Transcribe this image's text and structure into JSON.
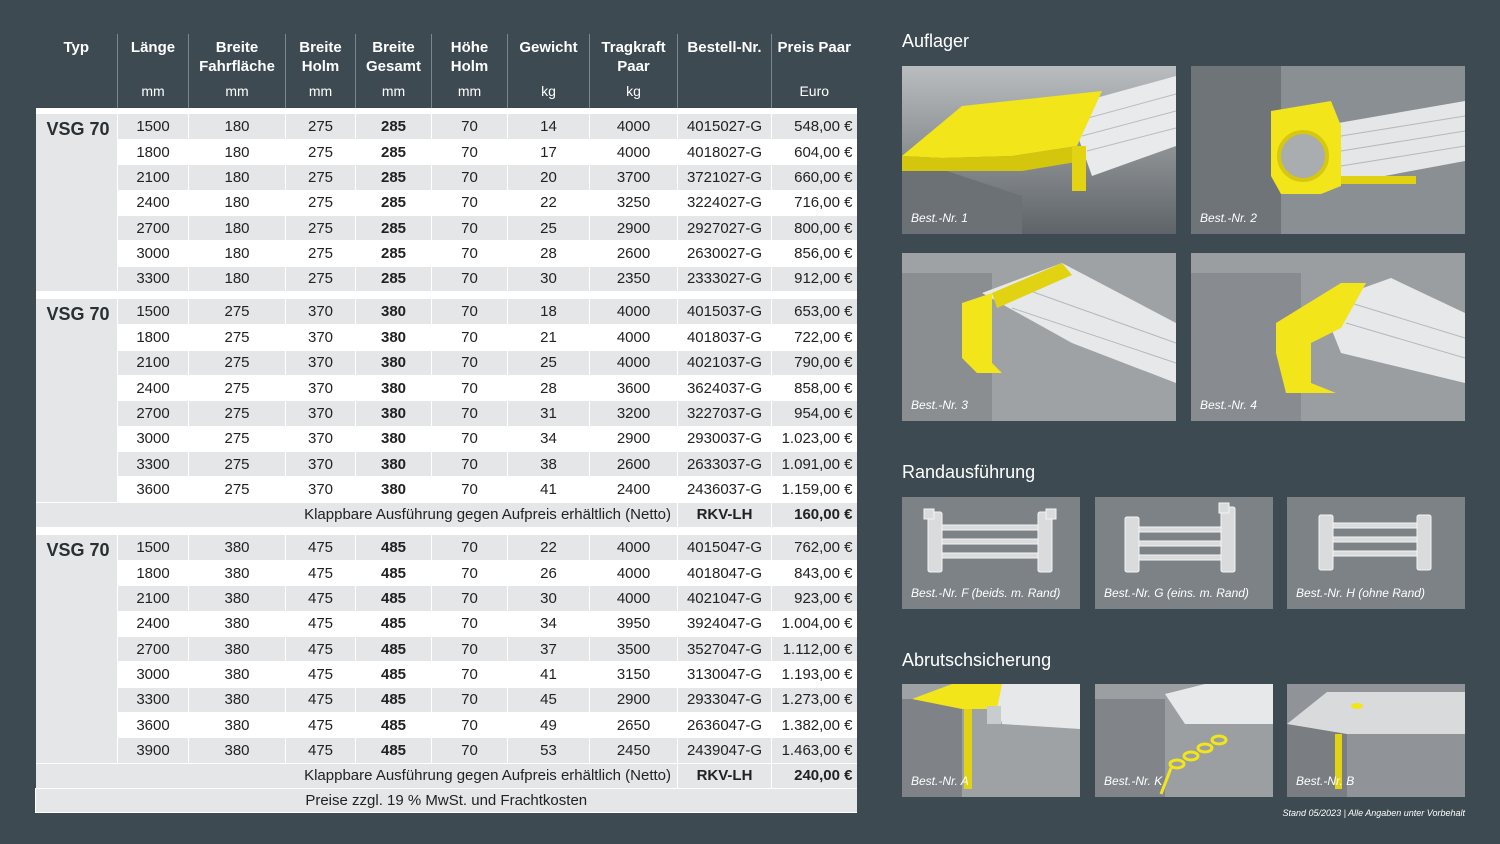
{
  "table": {
    "headers": [
      {
        "label": "Typ",
        "unit": ""
      },
      {
        "label": "Länge",
        "unit": "mm"
      },
      {
        "label": "Breite Fahrfläche",
        "unit": "mm"
      },
      {
        "label": "Breite Holm",
        "unit": "mm"
      },
      {
        "label": "Breite Gesamt",
        "unit": "mm"
      },
      {
        "label": "Höhe Holm",
        "unit": "mm"
      },
      {
        "label": "Gewicht",
        "unit": "kg"
      },
      {
        "label": "Tragkraft Paar",
        "unit": "kg"
      },
      {
        "label": "Bestell-Nr.",
        "unit": ""
      },
      {
        "label": "Preis Paar",
        "unit": "Euro"
      }
    ],
    "groups": [
      {
        "type": "VSG 70",
        "rows": [
          [
            "1500",
            "180",
            "275",
            "285",
            "70",
            "14",
            "4000",
            "4015027-G",
            "548,00 €"
          ],
          [
            "1800",
            "180",
            "275",
            "285",
            "70",
            "17",
            "4000",
            "4018027-G",
            "604,00 €"
          ],
          [
            "2100",
            "180",
            "275",
            "285",
            "70",
            "20",
            "3700",
            "3721027-G",
            "660,00 €"
          ],
          [
            "2400",
            "180",
            "275",
            "285",
            "70",
            "22",
            "3250",
            "3224027-G",
            "716,00 €"
          ],
          [
            "2700",
            "180",
            "275",
            "285",
            "70",
            "25",
            "2900",
            "2927027-G",
            "800,00 €"
          ],
          [
            "3000",
            "180",
            "275",
            "285",
            "70",
            "28",
            "2600",
            "2630027-G",
            "856,00 €"
          ],
          [
            "3300",
            "180",
            "275",
            "285",
            "70",
            "30",
            "2350",
            "2333027-G",
            "912,00 €"
          ]
        ],
        "note": null
      },
      {
        "type": "VSG 70",
        "rows": [
          [
            "1500",
            "275",
            "370",
            "380",
            "70",
            "18",
            "4000",
            "4015037-G",
            "653,00 €"
          ],
          [
            "1800",
            "275",
            "370",
            "380",
            "70",
            "21",
            "4000",
            "4018037-G",
            "722,00 €"
          ],
          [
            "2100",
            "275",
            "370",
            "380",
            "70",
            "25",
            "4000",
            "4021037-G",
            "790,00 €"
          ],
          [
            "2400",
            "275",
            "370",
            "380",
            "70",
            "28",
            "3600",
            "3624037-G",
            "858,00 €"
          ],
          [
            "2700",
            "275",
            "370",
            "380",
            "70",
            "31",
            "3200",
            "3227037-G",
            "954,00 €"
          ],
          [
            "3000",
            "275",
            "370",
            "380",
            "70",
            "34",
            "2900",
            "2930037-G",
            "1.023,00 €"
          ],
          [
            "3300",
            "275",
            "370",
            "380",
            "70",
            "38",
            "2600",
            "2633037-G",
            "1.091,00 €"
          ],
          [
            "3600",
            "275",
            "370",
            "380",
            "70",
            "41",
            "2400",
            "2436037-G",
            "1.159,00 €"
          ]
        ],
        "note": {
          "text": "Klappbare Ausführung gegen Aufpreis erhältlich (Netto)",
          "code": "RKV-LH",
          "price": "160,00 €"
        }
      },
      {
        "type": "VSG 70",
        "rows": [
          [
            "1500",
            "380",
            "475",
            "485",
            "70",
            "22",
            "4000",
            "4015047-G",
            "762,00 €"
          ],
          [
            "1800",
            "380",
            "475",
            "485",
            "70",
            "26",
            "4000",
            "4018047-G",
            "843,00 €"
          ],
          [
            "2100",
            "380",
            "475",
            "485",
            "70",
            "30",
            "4000",
            "4021047-G",
            "923,00 €"
          ],
          [
            "2400",
            "380",
            "475",
            "485",
            "70",
            "34",
            "3950",
            "3924047-G",
            "1.004,00 €"
          ],
          [
            "2700",
            "380",
            "475",
            "485",
            "70",
            "37",
            "3500",
            "3527047-G",
            "1.112,00 €"
          ],
          [
            "3000",
            "380",
            "475",
            "485",
            "70",
            "41",
            "3150",
            "3130047-G",
            "1.193,00 €"
          ],
          [
            "3300",
            "380",
            "475",
            "485",
            "70",
            "45",
            "2900",
            "2933047-G",
            "1.273,00 €"
          ],
          [
            "3600",
            "380",
            "475",
            "485",
            "70",
            "49",
            "2650",
            "2636047-G",
            "1.382,00 €"
          ],
          [
            "3900",
            "380",
            "475",
            "485",
            "70",
            "53",
            "2450",
            "2439047-G",
            "1.463,00 €"
          ]
        ],
        "note": {
          "text": "Klappbare Ausführung gegen Aufpreis erhältlich (Netto)",
          "code": "RKV-LH",
          "price": "240,00 €"
        }
      }
    ],
    "footer": "Preise zzgl. 19 % MwSt. und Frachtkosten"
  },
  "sections": {
    "auflager": {
      "title": "Auflager",
      "items": [
        {
          "caption": "Best.-Nr. 1",
          "icon": "ramp-support-flat-icon"
        },
        {
          "caption": "Best.-Nr. 2",
          "icon": "ramp-support-tube-icon"
        },
        {
          "caption": "Best.-Nr. 3",
          "icon": "ramp-support-hook-icon"
        },
        {
          "caption": "Best.-Nr. 4",
          "icon": "ramp-support-step-icon"
        }
      ]
    },
    "randausfuehrung": {
      "title": "Randausführung",
      "items": [
        {
          "caption": "Best.-Nr. F (beids. m. Rand)",
          "icon": "profile-both-edges-icon"
        },
        {
          "caption": "Best.-Nr. G (eins. m. Rand)",
          "icon": "profile-one-edge-icon"
        },
        {
          "caption": "Best.-Nr. H (ohne Rand)",
          "icon": "profile-no-edge-icon"
        }
      ]
    },
    "abrutschsicherung": {
      "title": "Abrutschsicherung",
      "items": [
        {
          "caption": "Best.-Nr. A",
          "icon": "slip-guard-bolt-icon"
        },
        {
          "caption": "Best.-Nr. K",
          "icon": "slip-guard-chain-icon"
        },
        {
          "caption": "Best.-Nr. B",
          "icon": "slip-guard-pin-icon"
        }
      ]
    }
  },
  "footnote": "Stand 05/2023 | Alle Angaben unter Vorbehalt",
  "colors": {
    "background": "#3d4a52",
    "accent_yellow": "#f2e51a",
    "row_gray": "#e4e6e7"
  }
}
